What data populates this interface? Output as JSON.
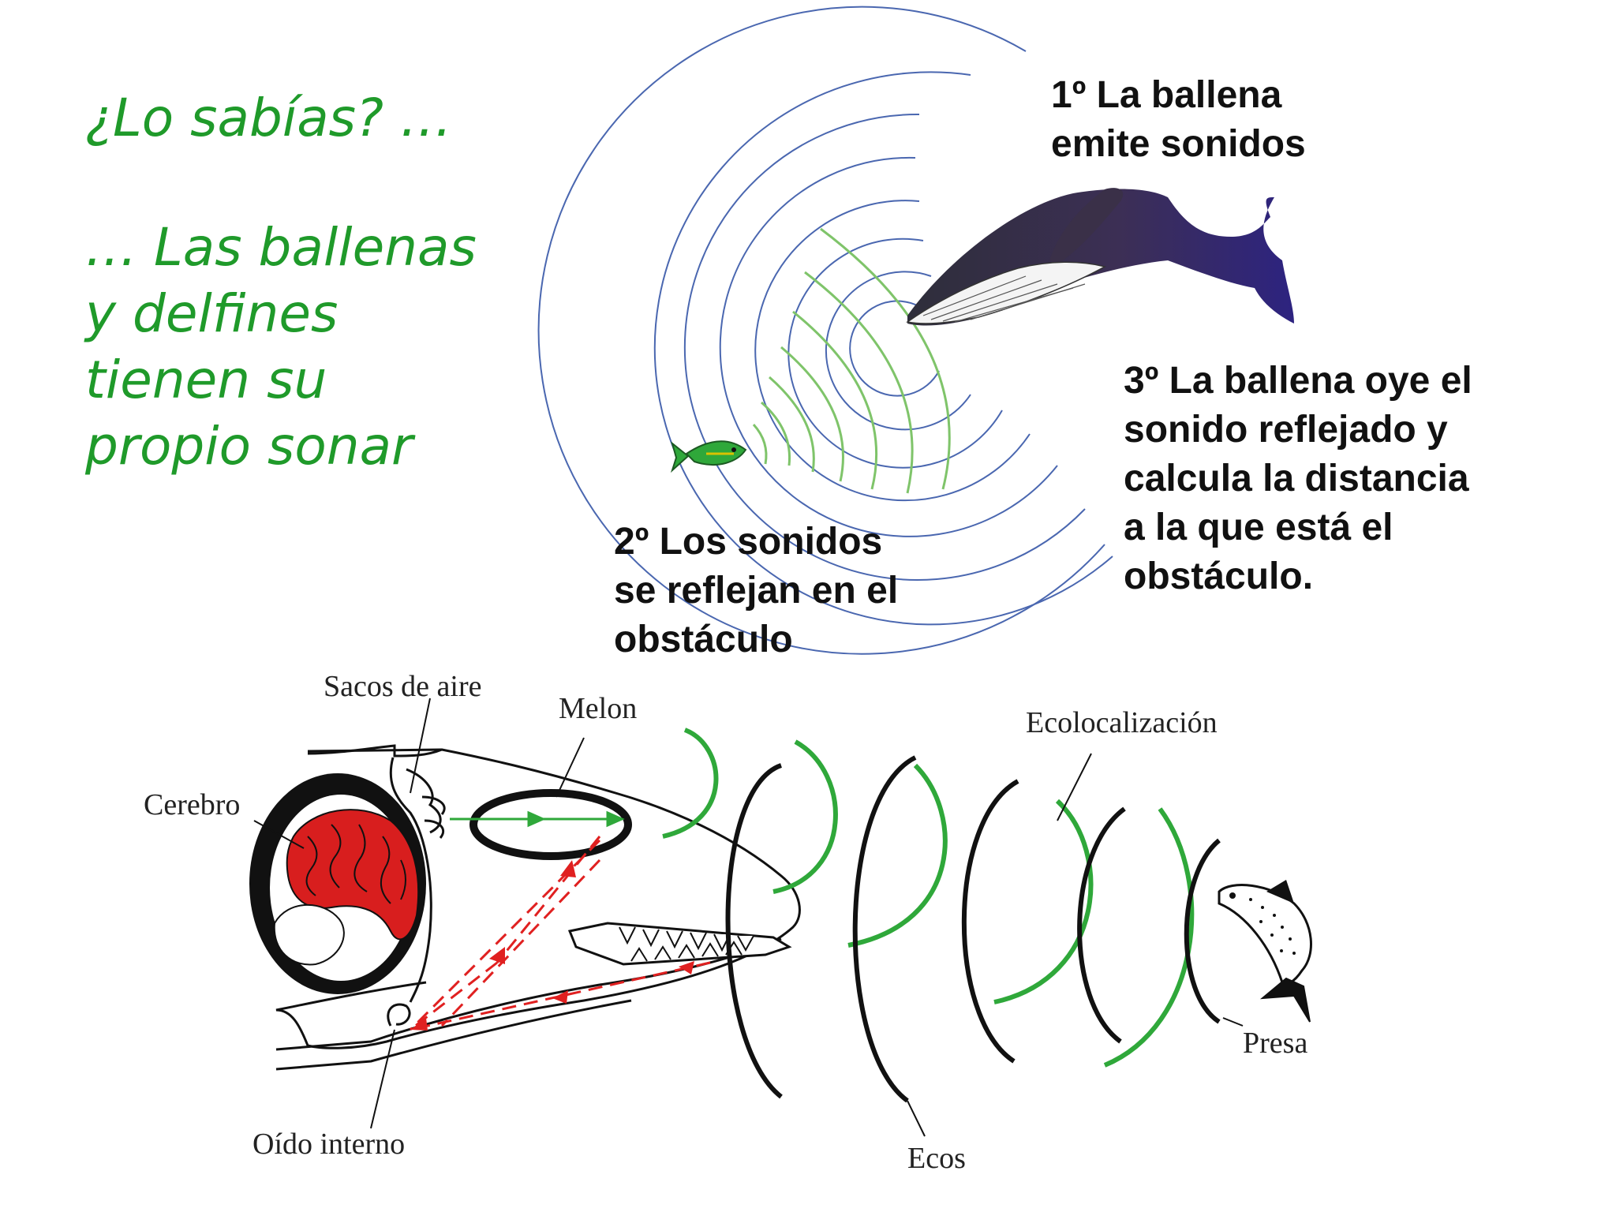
{
  "intro": {
    "question": "¿Lo sabías? …",
    "lines": [
      "… Las ballenas",
      "y delfines",
      "tienen su",
      "propio sonar"
    ]
  },
  "steps": {
    "step1": [
      "1º La ballena",
      "emite sonidos"
    ],
    "step2": [
      "2º Los sonidos",
      "se reflejan en el",
      "obstáculo"
    ],
    "step3": [
      "3º La ballena oye el",
      "sonido reflejado y",
      "calcula la distancia",
      "a la que está el",
      "obstáculo."
    ]
  },
  "labels": {
    "sacos": "Sacos de aire",
    "melon": "Melon",
    "cerebro": "Cerebro",
    "oido": "Oído interno",
    "ecos": "Ecos",
    "ecolocalizacion": "Ecolocalización",
    "presa": "Presa"
  },
  "colors": {
    "title_green": "#1f9a2a",
    "wave_blue": "#4a67b0",
    "wave_green": "#7fc46a",
    "emit_green": "#2fa83a",
    "echo_black": "#111111",
    "arrow_red": "#e02020",
    "brain_red": "#d81e1e"
  }
}
